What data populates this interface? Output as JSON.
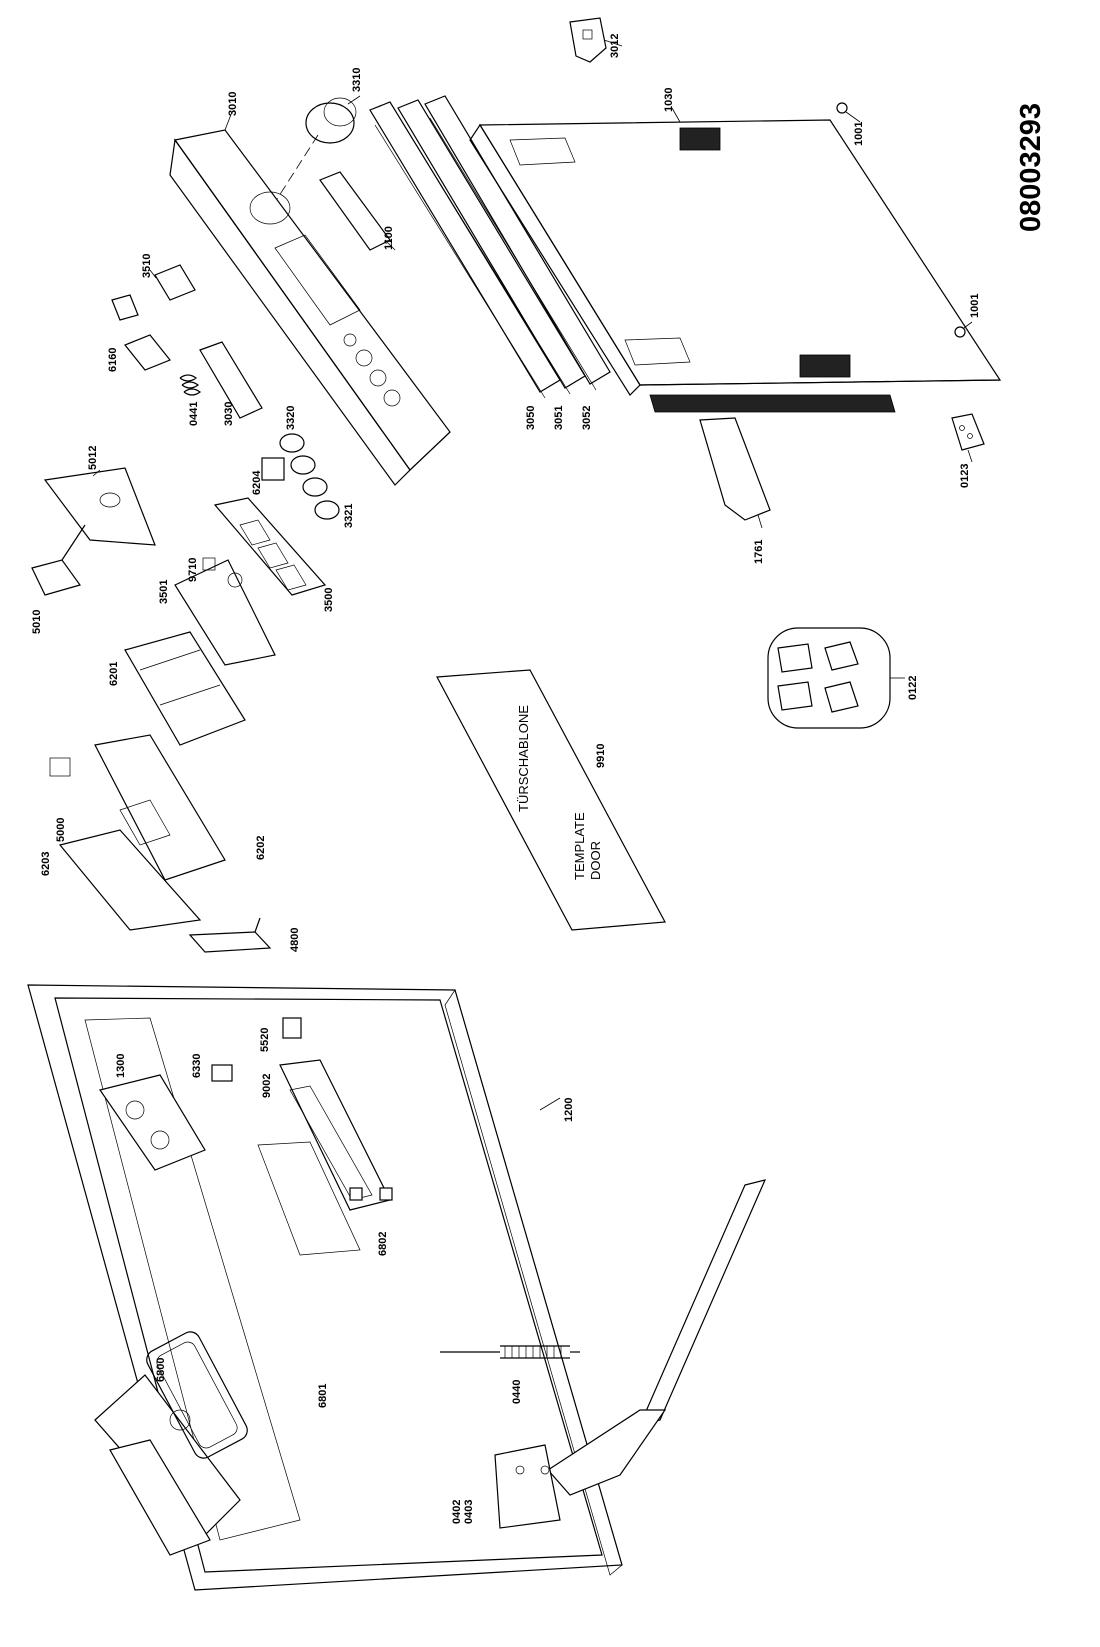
{
  "document_id": "08003293",
  "template": {
    "title_de": "TÜRSCHABLONE",
    "line_en_1": "TEMPLATE",
    "line_en_2": "DOOR",
    "number": "9910"
  },
  "part_labels": [
    {
      "id": "p3012",
      "text": "3012"
    },
    {
      "id": "p3310",
      "text": "3310"
    },
    {
      "id": "p3010",
      "text": "3010"
    },
    {
      "id": "p1030",
      "text": "1030"
    },
    {
      "id": "p1001a",
      "text": "1001"
    },
    {
      "id": "p1001b",
      "text": "1001"
    },
    {
      "id": "p1100",
      "text": "1100"
    },
    {
      "id": "p3510",
      "text": "3510"
    },
    {
      "id": "p6160",
      "text": "6160"
    },
    {
      "id": "p0441",
      "text": "0441"
    },
    {
      "id": "p3030",
      "text": "3030"
    },
    {
      "id": "p3320",
      "text": "3320"
    },
    {
      "id": "p3050",
      "text": "3050"
    },
    {
      "id": "p3051",
      "text": "3051"
    },
    {
      "id": "p3052",
      "text": "3052"
    },
    {
      "id": "p0123",
      "text": "0123"
    },
    {
      "id": "p5012",
      "text": "5012"
    },
    {
      "id": "p6204",
      "text": "6204"
    },
    {
      "id": "p3321",
      "text": "3321"
    },
    {
      "id": "p1761",
      "text": "1761"
    },
    {
      "id": "p9710",
      "text": "9710"
    },
    {
      "id": "p3501",
      "text": "3501"
    },
    {
      "id": "p3500",
      "text": "3500"
    },
    {
      "id": "p5010",
      "text": "5010"
    },
    {
      "id": "p6201",
      "text": "6201"
    },
    {
      "id": "p0122",
      "text": "0122"
    },
    {
      "id": "p5000",
      "text": "5000"
    },
    {
      "id": "p6203",
      "text": "6203"
    },
    {
      "id": "p6202",
      "text": "6202"
    },
    {
      "id": "p4800",
      "text": "4800"
    },
    {
      "id": "p1300",
      "text": "1300"
    },
    {
      "id": "p6330",
      "text": "6330"
    },
    {
      "id": "p9002",
      "text": "9002"
    },
    {
      "id": "p5520",
      "text": "5520"
    },
    {
      "id": "p1200",
      "text": "1200"
    },
    {
      "id": "p6802",
      "text": "6802"
    },
    {
      "id": "p6800",
      "text": "6800"
    },
    {
      "id": "p6801",
      "text": "6801"
    },
    {
      "id": "p0440",
      "text": "0440"
    },
    {
      "id": "p0402",
      "text": "0402"
    },
    {
      "id": "p0403",
      "text": "0403"
    }
  ]
}
